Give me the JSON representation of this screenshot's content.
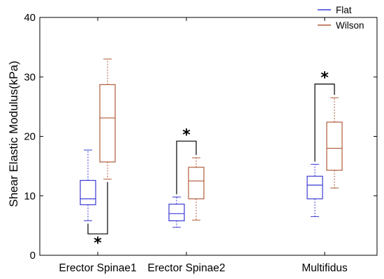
{
  "chart_data": {
    "type": "boxplot",
    "title": "",
    "xlabel": "",
    "ylabel": "Shear Elastic Modulus(kPa)",
    "ylim": [
      0,
      40
    ],
    "yticks": [
      0,
      10,
      20,
      30,
      40
    ],
    "categories": [
      "Erector Spinae1",
      "Erector Spinae2",
      "Multifidus"
    ],
    "legend_position": "top-right",
    "series": [
      {
        "name": "Flat",
        "color": "#3a3ad6",
        "boxes": [
          {
            "min": 5.8,
            "q1": 8.5,
            "median": 9.5,
            "q3": 12.6,
            "max": 17.7
          },
          {
            "min": 4.7,
            "q1": 5.8,
            "median": 7.0,
            "q3": 8.6,
            "max": 9.8
          },
          {
            "min": 6.5,
            "q1": 9.5,
            "median": 11.8,
            "q3": 13.3,
            "max": 15.3
          }
        ]
      },
      {
        "name": "Wilson",
        "color": "#b05a3a",
        "boxes": [
          {
            "min": 12.8,
            "q1": 15.7,
            "median": 23.1,
            "q3": 28.7,
            "max": 33.0
          },
          {
            "min": 5.9,
            "q1": 9.5,
            "median": 12.5,
            "q3": 14.8,
            "max": 16.4
          },
          {
            "min": 11.3,
            "q1": 14.3,
            "median": 18.0,
            "q3": 22.4,
            "max": 26.5
          }
        ]
      }
    ],
    "significance": [
      {
        "category": "Erector Spinae1",
        "label": "*",
        "position": "below",
        "y": 3.6
      },
      {
        "category": "Erector Spinae2",
        "label": "*",
        "position": "above",
        "y": 19.2
      },
      {
        "category": "Multifidus",
        "label": "*",
        "position": "above",
        "y": 28.8
      }
    ]
  }
}
